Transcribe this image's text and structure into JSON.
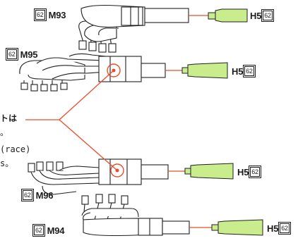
{
  "assemblies": [
    {
      "name": "M93",
      "ref": "62",
      "cap_code": "H5",
      "cap_ref": "62"
    },
    {
      "name": "M95",
      "ref": "62",
      "cap_code": "H5",
      "cap_ref": "62"
    },
    {
      "name": "M96",
      "ref": "62",
      "cap_code": "H5",
      "cap_ref": "62"
    },
    {
      "name": "M94",
      "ref": "62",
      "cap_code": "H5",
      "cap_ref": "62"
    }
  ],
  "note_lines": [
    "トは",
    "。",
    "(race)",
    "s。"
  ],
  "colors": {
    "cap_fill": "#c9ec8c",
    "leader": "#e84d2c",
    "line": "#1f1f1f",
    "pipe_fill": "#ffffff"
  }
}
